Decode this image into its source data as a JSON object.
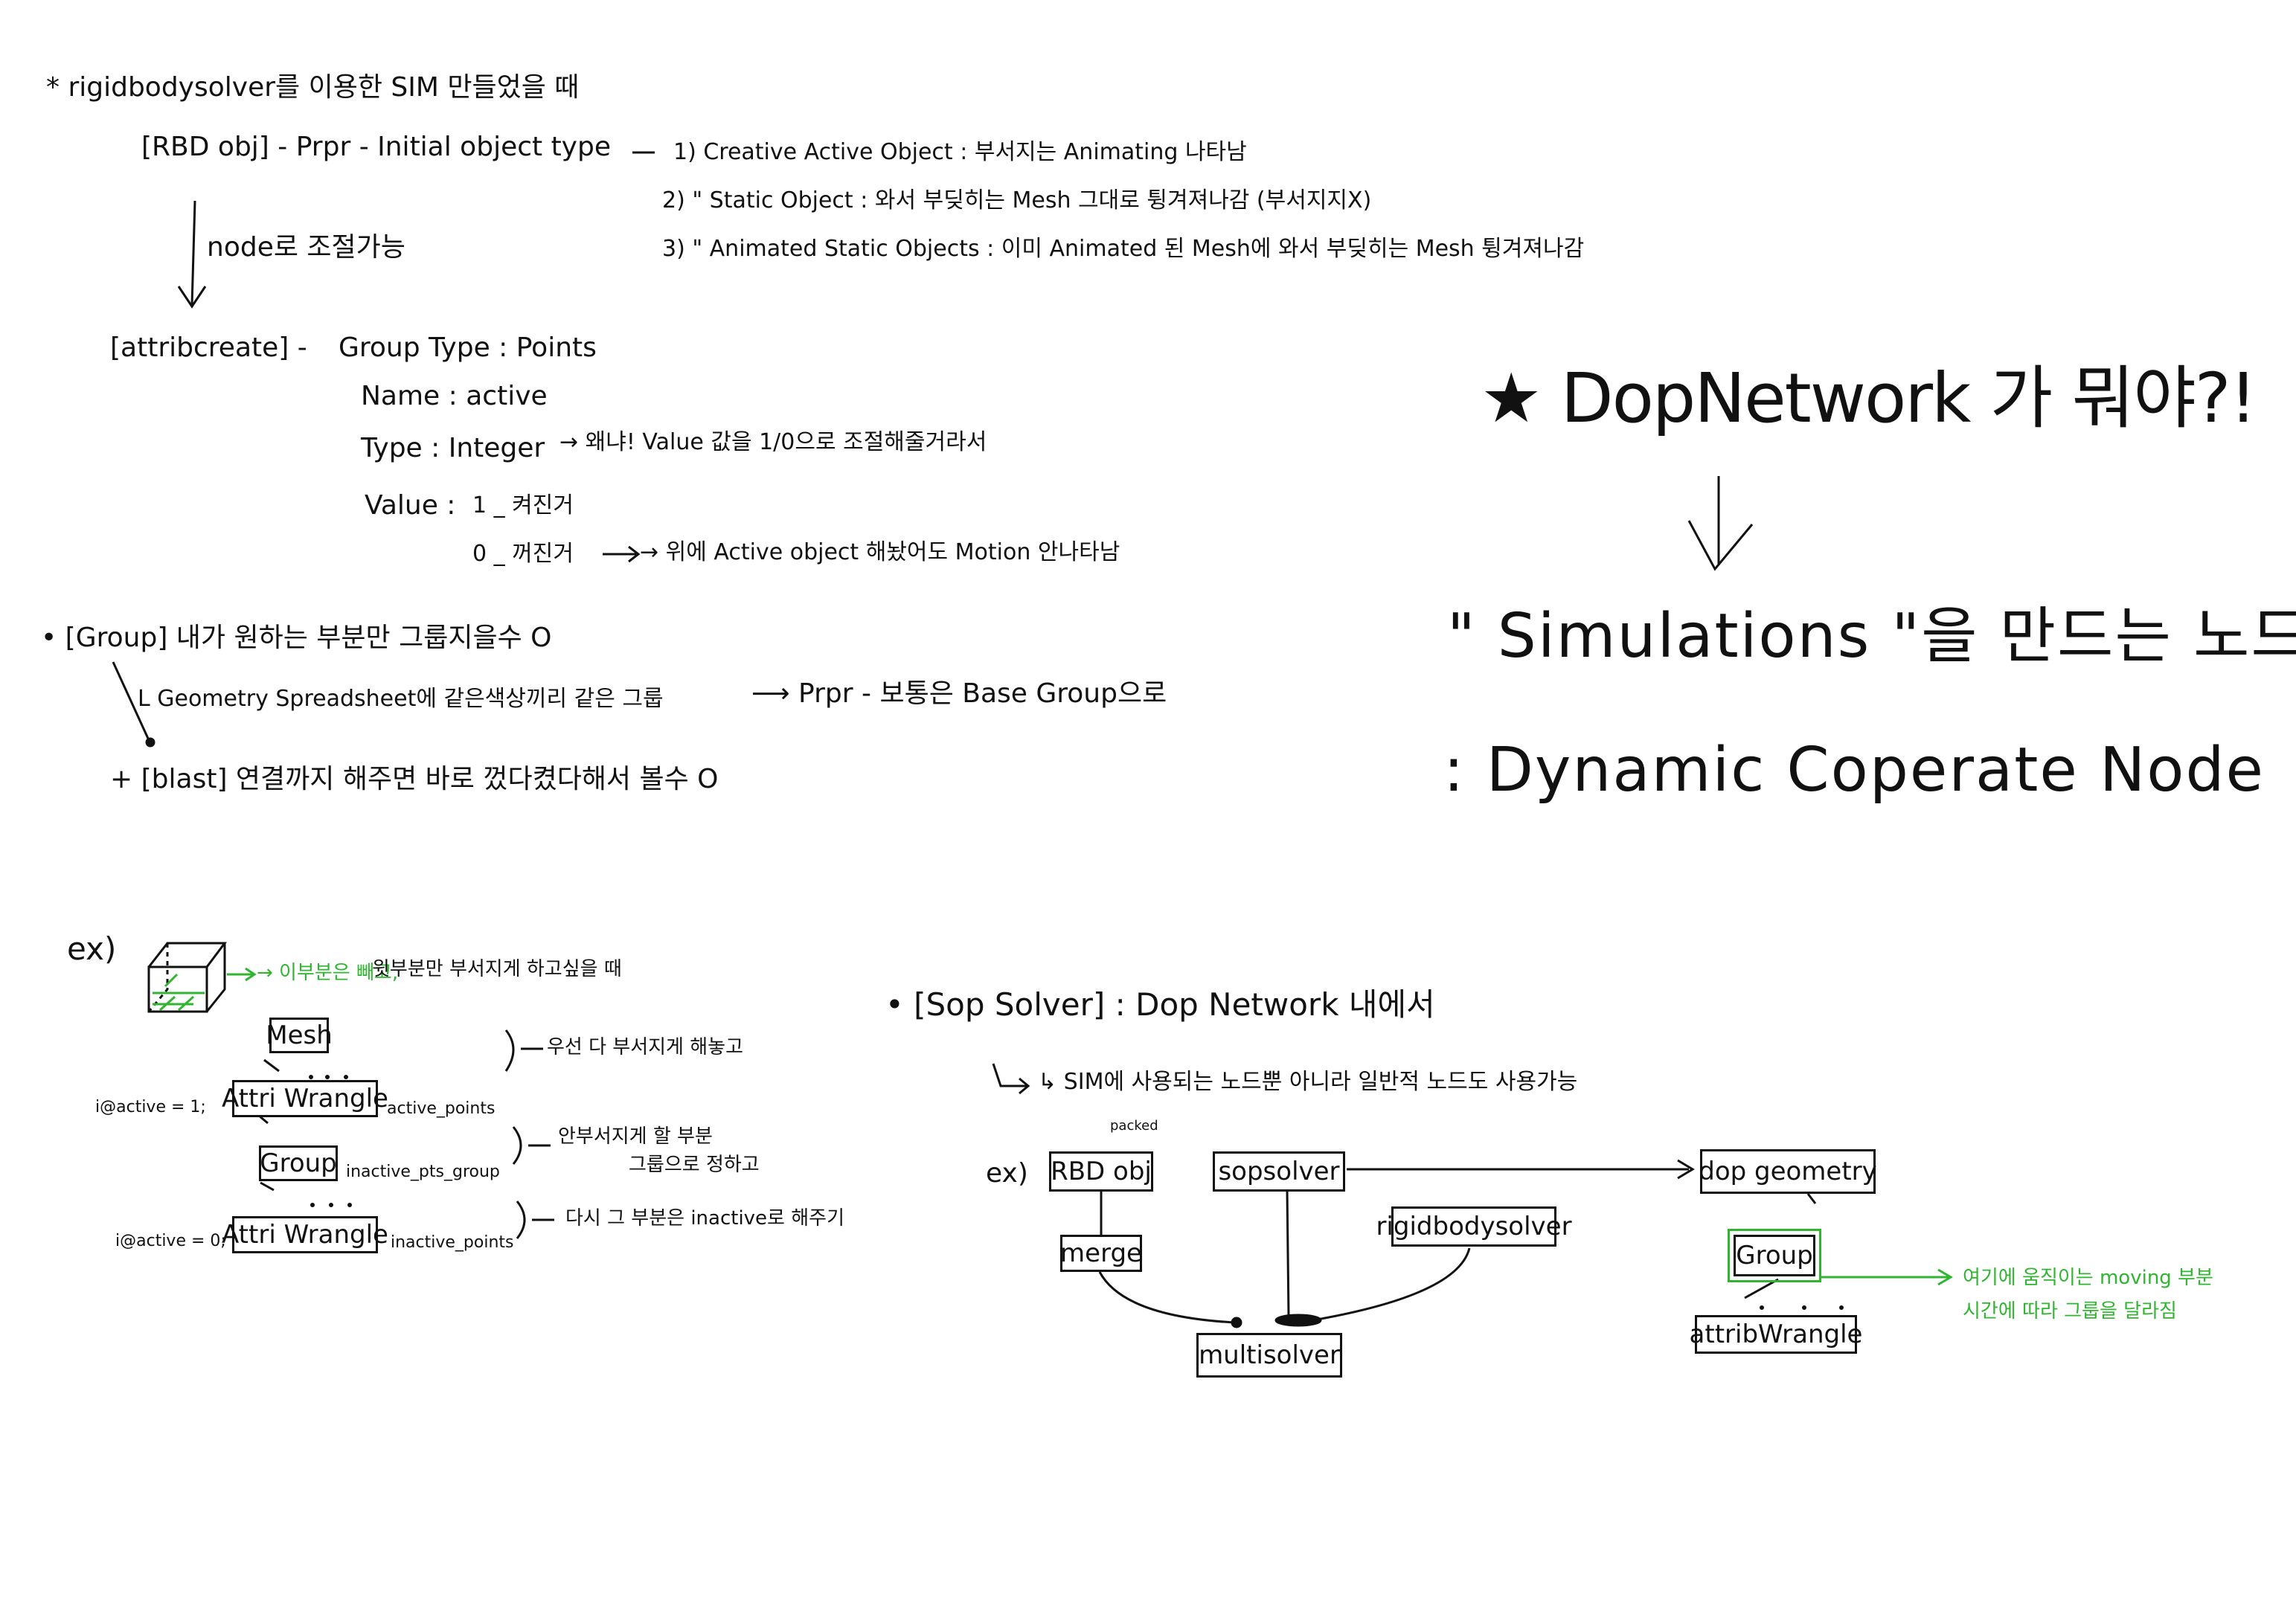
{
  "section1": {
    "heading": "* rigidbodysolver를 이용한 SIM 만들었을 때",
    "rbd_line": "[RBD obj] - Prpr - Initial object type",
    "opt1": "1) Creative Active Object : 부서지는 Animating 나타남",
    "opt2": "2)  \" Static Object : 와서 부딪히는 Mesh 그대로 튕겨져나감 (부서지지X)",
    "opt3": "3)  \" Animated Static Objects : 이미 Animated 된 Mesh에 와서 부딪히는 Mesh 튕겨져나감",
    "node_note": "node로 조절가능",
    "attrib_label": "[attribcreate] -",
    "group_type": "Group Type : Points",
    "name": "Name : active",
    "type": "Type : Integer",
    "type_note": "→ 왜냐! Value 값을 1/0으로 조절해줄거라서",
    "value_label": "Value :",
    "value_1": "1 _ 켜진거",
    "value_0": "0 _ 꺼진거",
    "value_0_note": "→ 위에 Active object 해놨어도 Motion 안나타남"
  },
  "section2": {
    "group_line": "• [Group] 내가 원하는 부분만 그룹지을수 O",
    "spreadsheet": "L Geometry Spreadsheet에 같은색상끼리 같은 그룹",
    "prpr": "⟶ Prpr - 보통은 Base Group으로",
    "blast": "+ [blast] 연결까지 해주면 바로 껐다켰다해서 볼수 O"
  },
  "dop": {
    "title": "★ DopNetwork 가 뭐야?!",
    "arrow": "↓",
    "sim_question": "\" Simulations \"을 만드는 노드?",
    "answer": ": Dynamic Coperate Node"
  },
  "ex1": {
    "label": "ex)",
    "cube_note": "→ 이부분은 빼고,",
    "note_rest": "윗부분만 부서지게 하고싶을 때",
    "nodes": [
      "Mesh",
      "Attri Wrangle",
      "Group",
      "Attri Wrangle"
    ],
    "code1": "i@active = 1;",
    "code2": "i@active = 0;",
    "side1": "active_points",
    "side2": "inactive_pts_group",
    "side3": "inactive_points",
    "comment1": "우선 다 부서지게 해놓고",
    "comment2a": "안부서지게 할 부분",
    "comment2b": "그룹으로 정하고",
    "comment3": "다시 그 부분은 inactive로 해주기"
  },
  "sop": {
    "heading": "• [Sop Solver] : Dop Network 내에서",
    "sub": "↳ SIM에 사용되는 노드뿐 아니라 일반적 노드도 사용가능",
    "ex_label": "ex)",
    "packed": "packed",
    "nodes": {
      "rbd": "RBD obj",
      "sopsolver": "sopsolver",
      "rigidbodysolver": "rigidbodysolver",
      "merge": "merge",
      "multisolver": "multisolver",
      "dop_geometry": "dop geometry",
      "group": "Group",
      "attribwrangle": "attribWrangle"
    },
    "green_note1": "여기에 움직이는 moving 부분",
    "green_note2": "시간에 따라 그룹을 달라짐"
  },
  "colors": {
    "ink": "#111111",
    "accent_green": "#2fb52f"
  }
}
